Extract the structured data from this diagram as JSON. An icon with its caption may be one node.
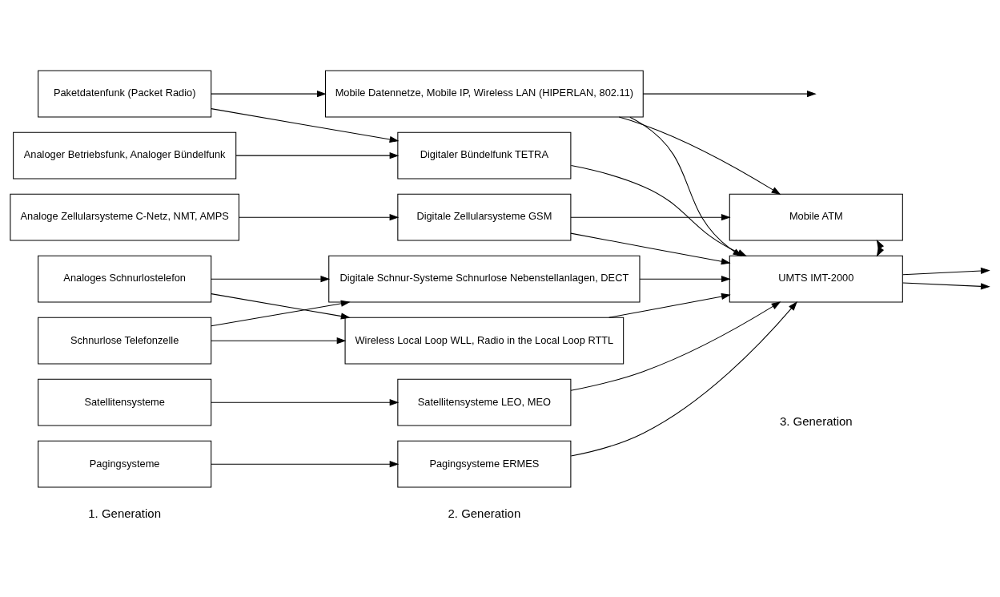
{
  "diagram": {
    "nodes": [
      {
        "text": [
          "Paketdatenfunk (Packet Radio)"
        ]
      },
      {
        "text": [
          "Analoger Betriebsfunk, Analoger Bündelfunk"
        ]
      },
      {
        "text": [
          "Analoge Zellularsysteme C-Netz, NMT, AMPS"
        ]
      },
      {
        "text": [
          "Analoges Schnurlostelefon"
        ]
      },
      {
        "text": [
          "Schnurlose Telefonzelle"
        ]
      },
      {
        "text": [
          "Satellitensysteme"
        ]
      },
      {
        "text": [
          "Pagingsysteme"
        ]
      },
      {
        "text": [
          "Mobile Datennetze, Mobile IP, Wireless LAN (HIPERLAN, 802.11)"
        ]
      },
      {
        "text": [
          "Digitaler Bündelfunk TETRA"
        ]
      },
      {
        "text": [
          "Digitale Zellularsysteme GSM"
        ]
      },
      {
        "text": [
          "Digitale Schnur-Systeme Schnurlose Nebenstellanlagen, DECT"
        ]
      },
      {
        "text": [
          "Wireless Local Loop WLL, Radio in the Local Loop RTTL"
        ]
      },
      {
        "text": [
          "Satellitensysteme LEO, MEO"
        ]
      },
      {
        "text": [
          "Pagingsysteme ERMES"
        ]
      },
      {
        "text": [
          "Mobile ATM"
        ]
      },
      {
        "text": [
          "UMTS IMT-2000"
        ]
      }
    ],
    "edges": [
      {
        "from": 0,
        "to": 7,
        "arrow": "to"
      },
      {
        "from": 0,
        "to": 8,
        "arrow": "to"
      },
      {
        "from": 1,
        "to": 8,
        "arrow": "to"
      },
      {
        "from": 2,
        "to": 9,
        "arrow": "to"
      },
      {
        "from": 3,
        "to": 10,
        "arrow": "to"
      },
      {
        "from": 3,
        "to": 11,
        "arrow": "to"
      },
      {
        "from": 4,
        "to": 10,
        "arrow": "to"
      },
      {
        "from": 4,
        "to": 11,
        "arrow": "to"
      },
      {
        "from": 5,
        "to": 12,
        "arrow": "to"
      },
      {
        "from": 6,
        "to": 13,
        "arrow": "to"
      },
      {
        "from": 7,
        "to": null,
        "arrow": "to"
      },
      {
        "from": 7,
        "to": 14,
        "arrow": "to"
      },
      {
        "from": 7,
        "to": 15,
        "arrow": "to"
      },
      {
        "from": 8,
        "to": 15,
        "arrow": "to"
      },
      {
        "from": 9,
        "to": 14,
        "arrow": "to"
      },
      {
        "from": 9,
        "to": 15,
        "arrow": "to"
      },
      {
        "from": 10,
        "to": 15,
        "arrow": "to"
      },
      {
        "from": 11,
        "to": 15,
        "arrow": "to"
      },
      {
        "from": 12,
        "to": 15,
        "arrow": "to"
      },
      {
        "from": 13,
        "to": 15,
        "arrow": "to"
      },
      {
        "from": 14,
        "to": 15,
        "arrow": "both"
      },
      {
        "from": 15,
        "to": null,
        "arrow": "to"
      },
      {
        "from": 15,
        "to": null,
        "arrow": "to"
      }
    ],
    "labels": [
      "1. Generation",
      "2. Generation",
      "3. Generation"
    ]
  }
}
